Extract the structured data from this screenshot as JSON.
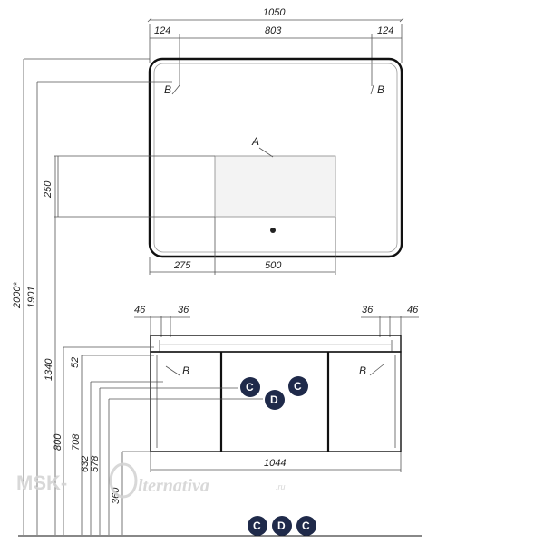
{
  "mirror": {
    "total_width": "1050",
    "side_offset_left": "124",
    "center_span": "803",
    "side_offset_right": "124",
    "panel_height": "250",
    "panel_offset": "275",
    "panel_width": "500",
    "label_a": "A",
    "label_b_left": "B",
    "label_b_right": "B"
  },
  "cabinet": {
    "left_outer": "46",
    "left_inner": "36",
    "right_inner": "36",
    "right_outer": "46",
    "overall_width": "1044",
    "label_b_left": "B",
    "label_b_right": "B",
    "markers": [
      "C",
      "D",
      "C"
    ]
  },
  "vertical_dims": [
    "2000*",
    "1901",
    "1340",
    "800",
    "708",
    "632",
    "578",
    "52",
    "360"
  ],
  "floor_markers": [
    "C",
    "D",
    "C"
  ],
  "watermark": {
    "brand_left": "MSK-",
    "brand_right": "lternativa",
    "tld": ".ru"
  },
  "colors": {
    "marker_fill": "#1f2a4a",
    "line": "#111111",
    "watermark": "#d4d4d4"
  }
}
